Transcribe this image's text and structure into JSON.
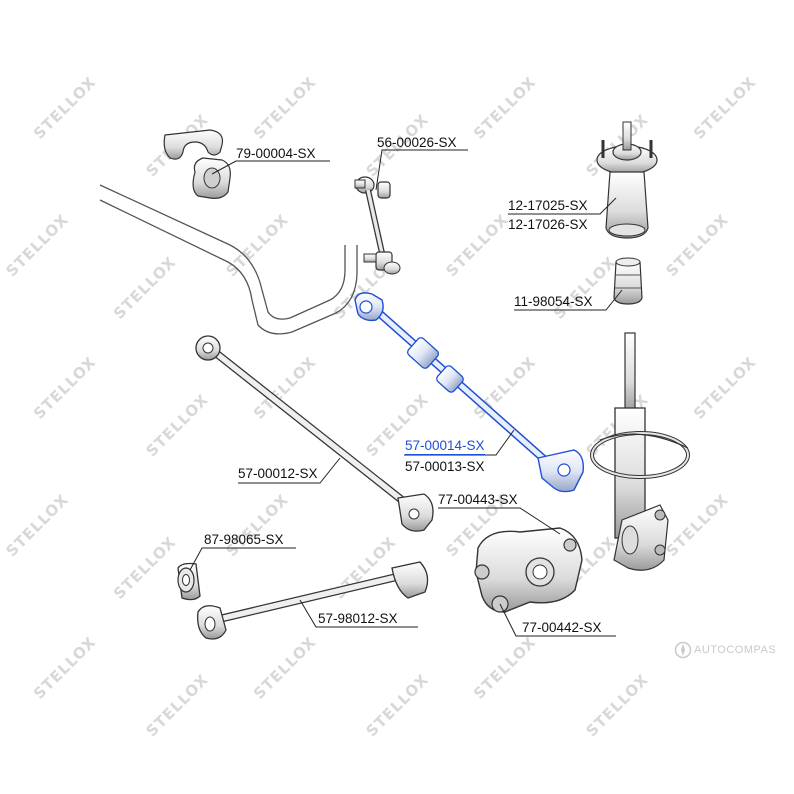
{
  "watermark": {
    "text": "STELLOX"
  },
  "brand": {
    "text": "AUTOCOMPAS",
    "icon": "compass-icon"
  },
  "parts": [
    {
      "id": "stabilizer-bushing",
      "number": "79-00004-SX"
    },
    {
      "id": "stabilizer-link",
      "number": "56-00026-SX"
    },
    {
      "id": "strut-mount",
      "number": "12-17025-SX",
      "number_alt": "12-17026-SX"
    },
    {
      "id": "bump-stop",
      "number": "11-98054-SX"
    },
    {
      "id": "adjustable-control-arm",
      "number": "57-00014-SX",
      "number_alt": "57-00013-SX",
      "highlight": true,
      "highlight_color": "#1f4fd6"
    },
    {
      "id": "trailing-arm",
      "number": "57-00012-SX"
    },
    {
      "id": "knuckle-bushing-upper",
      "number": "77-00443-SX"
    },
    {
      "id": "arm-bushing",
      "number": "87-98065-SX"
    },
    {
      "id": "lower-control-arm",
      "number": "57-98012-SX"
    },
    {
      "id": "knuckle-bushing-lower",
      "number": "77-00442-SX"
    }
  ]
}
